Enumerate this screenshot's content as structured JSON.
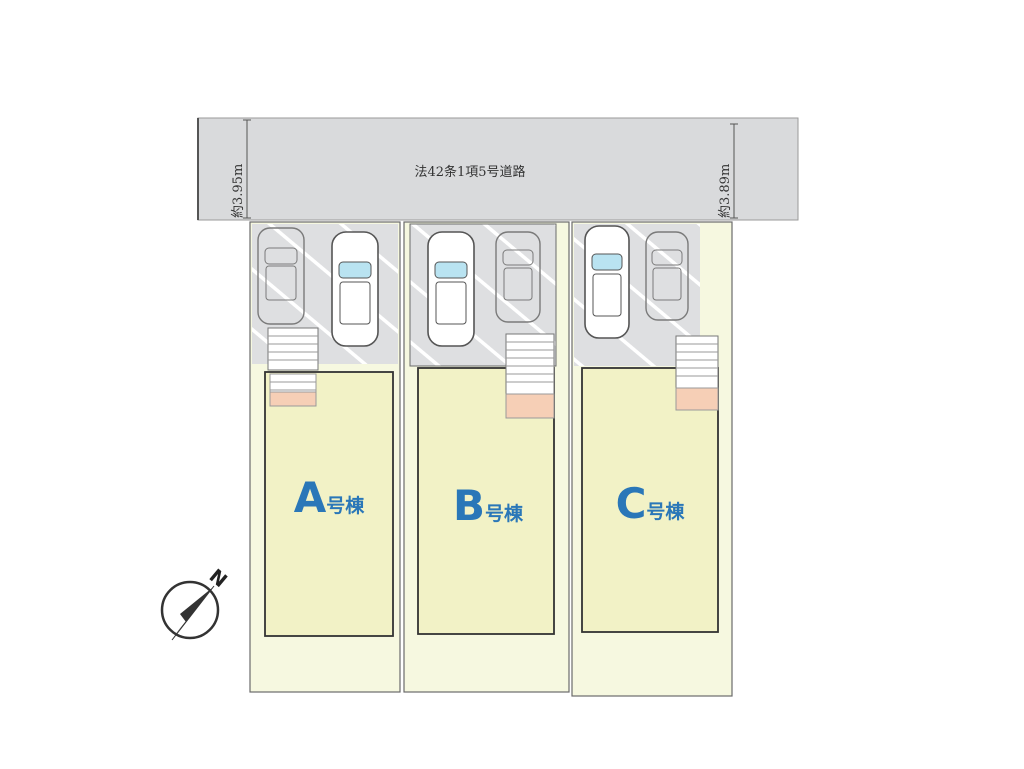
{
  "road": {
    "label": "法42条1項5号道路"
  },
  "dimensions": {
    "left": "約3.95m",
    "right": "約3.89m"
  },
  "lots": [
    {
      "letter": "A",
      "suffix": "号棟"
    },
    {
      "letter": "B",
      "suffix": "号棟"
    },
    {
      "letter": "C",
      "suffix": "号棟"
    }
  ],
  "compass": {
    "label": "N"
  },
  "colors": {
    "road": "#d9dadc",
    "lot_fill": "#f6f8e0",
    "building_fill": "#f2f2c6",
    "parking_fill": "#dedfe1",
    "stair_fill": "#f6cfb6",
    "lot_label": "#2a77b8",
    "line": "#6b6b6b"
  }
}
